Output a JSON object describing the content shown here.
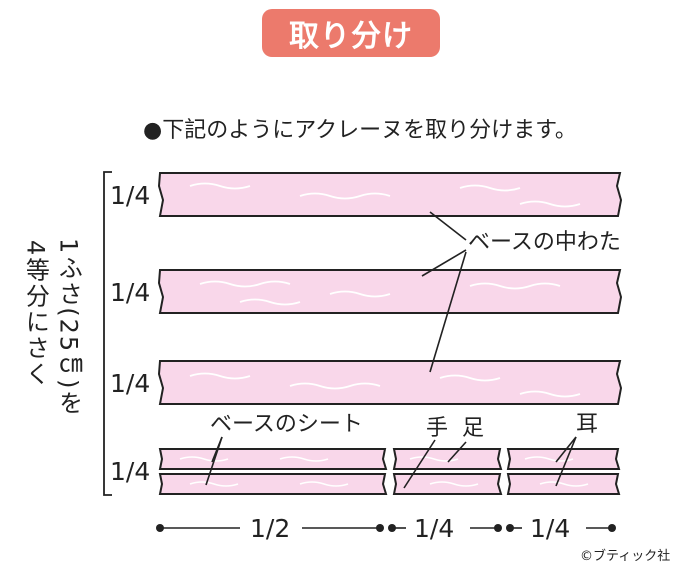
{
  "title": "取り分け",
  "instruction": "●下記のようにアクレーヌを取り分けます。",
  "left_label": {
    "line1": "1ふさ(25㎝)を",
    "line2": "4等分にさく"
  },
  "fractions": {
    "quarter": "1/4",
    "half": "1/2"
  },
  "labels": {
    "base_filling": "ベースの中わた",
    "base_sheet": "ベースのシート",
    "hand": "手",
    "foot": "足",
    "ear": "耳"
  },
  "copyright": "©ブティック社",
  "colors": {
    "badge": "#ec7a6c",
    "strip_fill": "#f9d7ea",
    "strip_wave": "#ffffff",
    "ink": "#222222"
  }
}
